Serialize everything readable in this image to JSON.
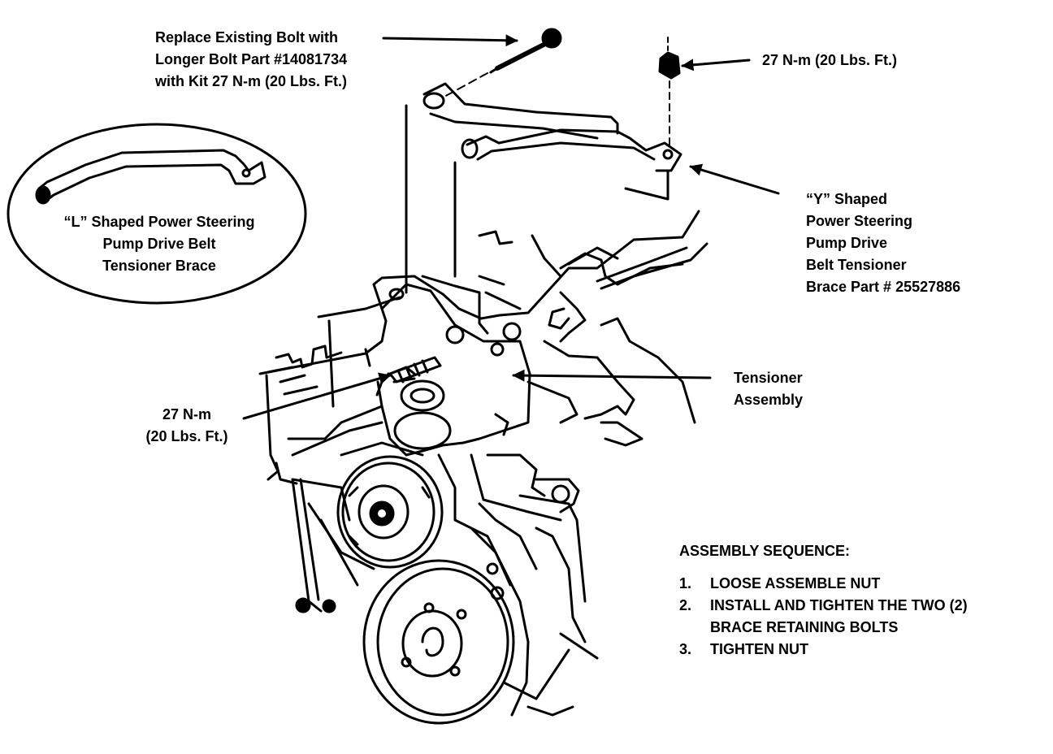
{
  "callouts": {
    "bolt": [
      "Replace Existing Bolt with",
      "Longer Bolt Part #14081734",
      "with Kit 27 N-m (20 Lbs. Ft.)"
    ],
    "nut_torque": [
      "27 N-m (20 Lbs. Ft.)"
    ],
    "l_brace": [
      "“L” Shaped Power Steering",
      "Pump Drive Belt",
      "Tensioner Brace"
    ],
    "y_brace": [
      "“Y” Shaped",
      "Power Steering",
      "Pump Drive",
      "Belt Tensioner",
      "Brace Part # 25527886"
    ],
    "tensioner": [
      "Tensioner",
      "Assembly"
    ],
    "stud_torque": [
      "27 N-m",
      "(20 Lbs. Ft.)"
    ]
  },
  "sequence": {
    "title": "ASSEMBLY SEQUENCE:",
    "steps": [
      {
        "num": "1.",
        "lines": [
          "LOOSE ASSEMBLE NUT"
        ]
      },
      {
        "num": "2.",
        "lines": [
          "INSTALL AND TIGHTEN THE TWO (2)",
          "BRACE RETAINING BOLTS"
        ]
      },
      {
        "num": "3.",
        "lines": [
          "TIGHTEN NUT"
        ]
      }
    ]
  },
  "colors": {
    "ink": "#000000",
    "paper": "#ffffff"
  }
}
